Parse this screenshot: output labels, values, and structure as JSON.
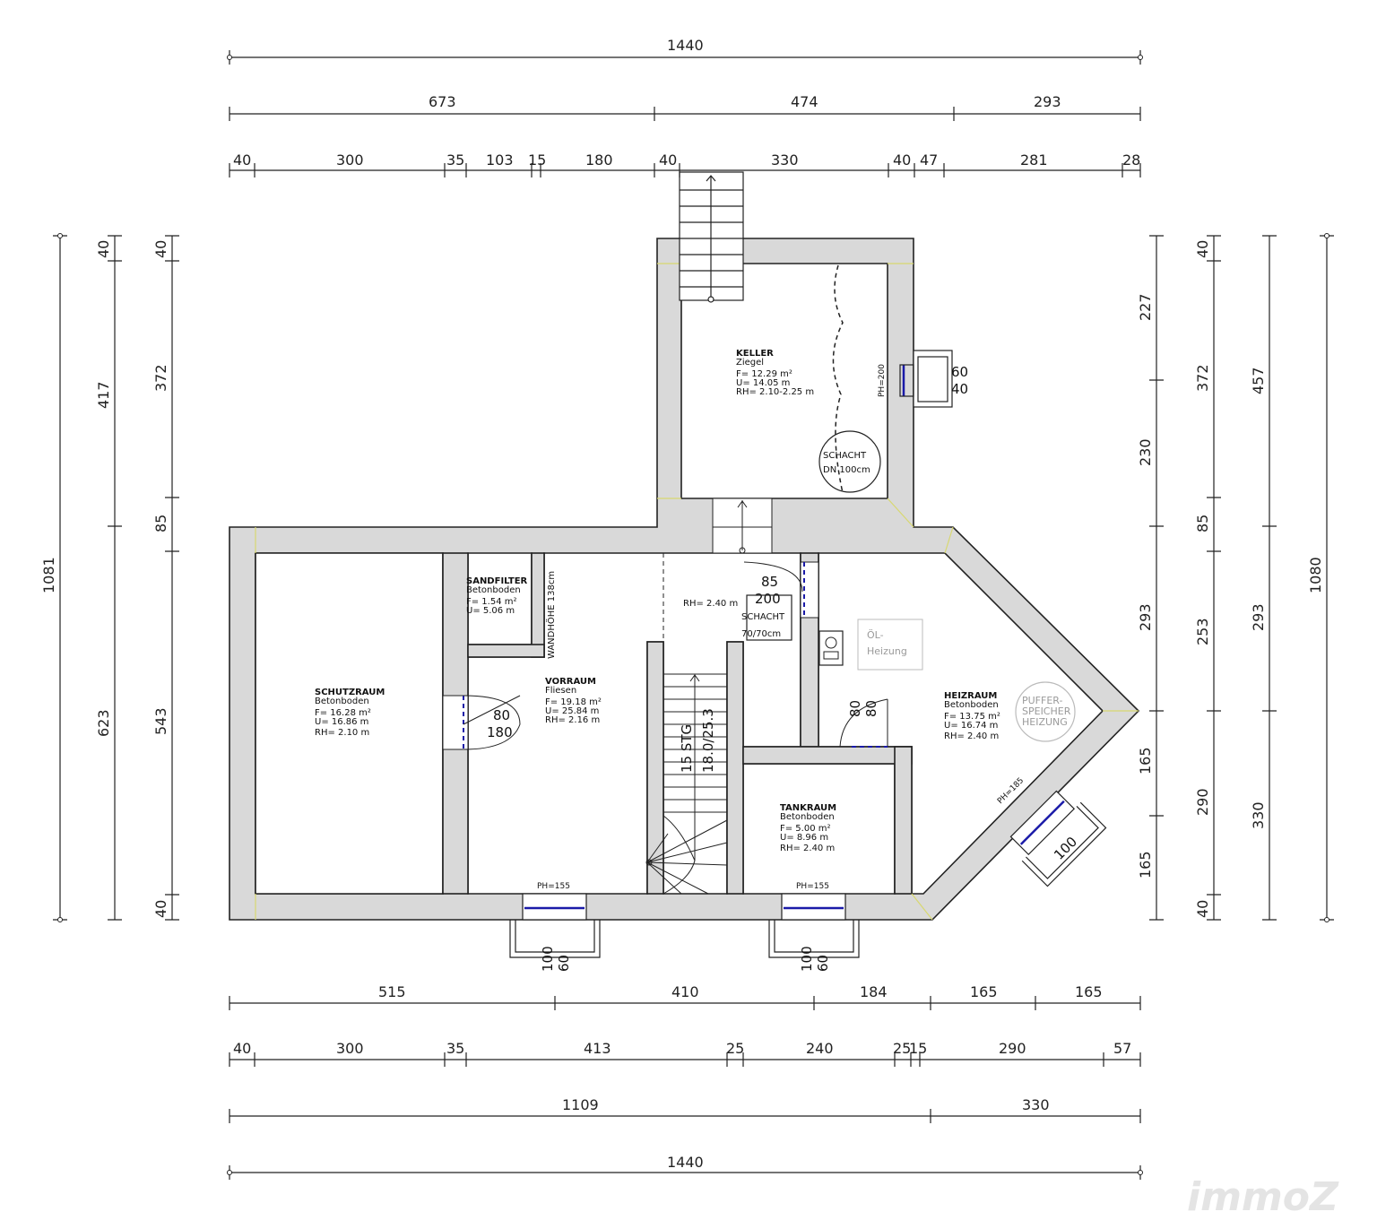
{
  "watermark": "immoZ",
  "dims": {
    "top_total": "1440",
    "top_mid": [
      "673",
      "474",
      "293"
    ],
    "top_detail": [
      "40",
      "300",
      "35",
      "103",
      "15",
      "180",
      "40",
      "330",
      "40",
      "47",
      "281",
      "28"
    ],
    "bottom_windows": [
      "515",
      "410",
      "184",
      "165",
      "165"
    ],
    "bottom_detail": [
      "40",
      "300",
      "35",
      "413",
      "25",
      "240",
      "25",
      "15",
      "290",
      "57"
    ],
    "bottom_split": [
      "1109",
      "330"
    ],
    "bottom_total": "1440",
    "left_total": "1081",
    "left_mid": [
      "40",
      "417",
      "623"
    ],
    "left_detail": [
      "40",
      "372",
      "85",
      "543",
      "40"
    ],
    "right_windows": [
      "227",
      "230",
      "293",
      "165",
      "165"
    ],
    "right_detail": [
      "40",
      "372",
      "85",
      "253",
      "290",
      "40"
    ],
    "right_mid": [
      "457",
      "293",
      "330"
    ],
    "right_total": "1080"
  },
  "rooms": {
    "keller": {
      "name": "KELLER",
      "floor": "Ziegel",
      "area": "F= 12.29 m²",
      "perimeter": "U= 14.05 m",
      "height": "RH= 2.10-2.25 m"
    },
    "schutzraum": {
      "name": "SCHUTZRAUM",
      "floor": "Betonboden",
      "area": "F= 16.28 m²",
      "perimeter": "U= 16.86 m",
      "height": "RH= 2.10 m"
    },
    "sandfilter": {
      "name": "SANDFILTER",
      "floor": "Betonboden",
      "area": "F= 1.54 m²",
      "perimeter": "U= 5.06 m"
    },
    "vorraum": {
      "name": "VORRAUM",
      "floor": "Fliesen",
      "area": "F= 19.18 m²",
      "perimeter": "U= 25.84 m",
      "height": "RH= 2.16 m"
    },
    "heizraum": {
      "name": "HEIZRAUM",
      "floor": "Betonboden",
      "area": "F= 13.75 m²",
      "perimeter": "U= 16.74 m",
      "height": "RH= 2.40 m"
    },
    "tankraum": {
      "name": "TANKRAUM",
      "floor": "Betonboden",
      "area": "F= 5.00 m²",
      "perimeter": "U= 8.96 m",
      "height": "RH= 2.40 m"
    }
  },
  "labels": {
    "wandhoehe": "WANDHÖHE 138cm",
    "schacht_keller_1": "SCHACHT",
    "schacht_keller_2": "DN 100cm",
    "schacht_2": "SCHACHT",
    "schacht_2_size": "70/70cm",
    "rh_240": "RH= 2.40 m",
    "ph200": "PH=200",
    "win_keller_a": "60",
    "win_keller_b": "40",
    "oel_1": "ÖL-",
    "oel_2": "Heizung",
    "puffer_1": "PUFFER-",
    "puffer_2": "SPEICHER",
    "puffer_3": "HEIZUNG",
    "door_schutz_w": "80",
    "door_schutz_h": "180",
    "door_top_w": "85",
    "door_top_h": "200",
    "door_heiz_w": "80",
    "door_heiz_h": "80",
    "stair_steps": "15 STG",
    "stair_dims": "18.0/25.3",
    "ph155_a": "PH=155",
    "ph155_b": "PH=155",
    "ph185": "PH=185",
    "win_a_1": "100",
    "win_a_2": "60",
    "win_b_1": "100",
    "win_b_2": "60",
    "win_diag": "100"
  },
  "colors": {
    "wall_fill": "#d9d9d9",
    "wall_line": "#222222",
    "door_blue": "#1a1aa8",
    "accent_yellow": "#d8d870"
  }
}
